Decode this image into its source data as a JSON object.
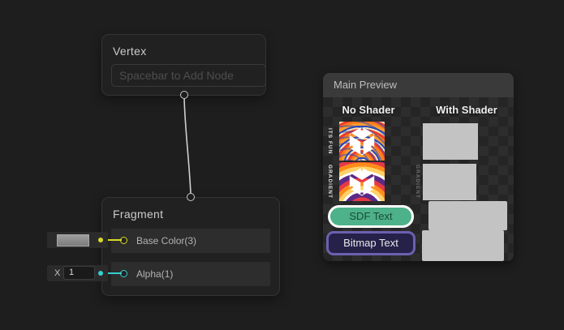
{
  "nodes": {
    "vertex": {
      "title": "Vertex",
      "placeholder": "Spacebar to Add Node"
    },
    "fragment": {
      "title": "Fragment",
      "base_color_label": "Base Color(3)",
      "alpha_label": "Alpha(1)"
    }
  },
  "widgets": {
    "alpha_x_label": "X",
    "alpha_value": "1"
  },
  "preview": {
    "title": "Main Preview",
    "col_no_shader": "No Shader",
    "col_with_shader": "With Shader",
    "sprite1_label": "ITS FUN",
    "sprite2_label": "GRADIENT",
    "sprite2_shader_label": "GRADIENT",
    "sdf_label": "SDF Text",
    "bitmap_label": "Bitmap Text"
  },
  "colors": {
    "canvas_bg": "#1d1e1d",
    "node_bg": "#212121",
    "edge": "#cfcfcf",
    "port_base_color": "#d9d926",
    "port_alpha": "#35d0cf",
    "preview_gray": "#c3c3c3",
    "sdf_fill": "#4db189",
    "sdf_border": "#ffffff",
    "bitmap_fill": "#262149",
    "bitmap_border": "#6c60af"
  }
}
